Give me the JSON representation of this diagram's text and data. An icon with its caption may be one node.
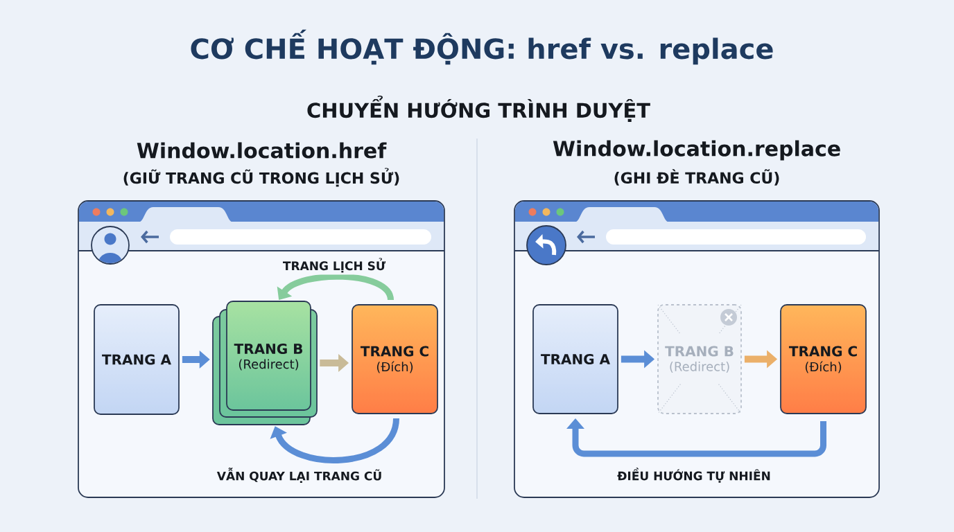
{
  "diagram": {
    "title": "CƠ CHẾ HOẠT ĐỘNG: href vs. replace",
    "nodes": [
      {
        "text": [
          "Window.location.href",
          "(GIỮ TRANG CŨ TRONG LỊCH SỬ)"
        ]
      },
      {
        "text": [
          "TRANG A"
        ],
        "in": 0
      },
      {
        "text": [
          "TRANG B",
          "(Redirect)"
        ],
        "in": 0
      },
      {
        "text": [
          "TRANG C",
          "(Đích)"
        ],
        "in": 0
      },
      {
        "text": [
          "Window.location.replace",
          "(GHI ĐÈ TRANG CŨ)"
        ]
      },
      {
        "text": [
          "TRANG A"
        ],
        "in": 4
      },
      {
        "text": [
          "TRANG B",
          "(Redirect)"
        ],
        "in": 4
      },
      {
        "text": [
          "TRANG C",
          "(Đích)"
        ],
        "in": 4
      }
    ],
    "edges": [
      {
        "from": 1,
        "to": 2,
        "arrow": "to"
      },
      {
        "from": 2,
        "to": 3,
        "arrow": "to",
        "color": "#c9bb98"
      },
      {
        "from": 3,
        "to": 2,
        "arrow": "to",
        "label": "TRANG LỊCH SỬ",
        "color": "#86cc9c"
      },
      {
        "from": 3,
        "to": 2,
        "arrow": "to",
        "label": "VẪN QUAY LẠI TRANG CŨ"
      },
      {
        "from": 5,
        "to": 6,
        "arrow": "to"
      },
      {
        "from": 6,
        "to": 7,
        "arrow": "to",
        "color": "#ebb06a"
      },
      {
        "from": 7,
        "to": 5,
        "arrow": "to",
        "label": "ĐIỀU HƯỚNG TỰ NHIÊN"
      }
    ],
    "labels": [
      "CHUYỂN HƯỚNG TRÌNH DUYỆT"
    ]
  }
}
